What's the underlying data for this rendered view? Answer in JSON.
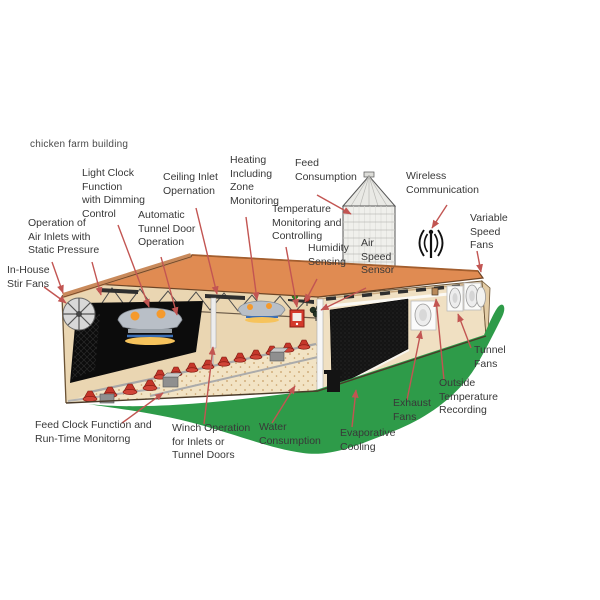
{
  "title": "chicken farm building",
  "labels": {
    "operation_air_inlets": {
      "text": "Operation of\nAir Inlets with\nStatic Pressure"
    },
    "in_house_stir_fans": {
      "text": "In-House\nStir Fans"
    },
    "light_clock": {
      "text": "Light Clock\nFunction\nwith Dimming\nControl"
    },
    "automatic_tunnel_door": {
      "text": "Automatic\nTunnel Door\nOperation"
    },
    "ceiling_inlet": {
      "text": "Ceiling Inlet\nOpernation"
    },
    "heating_zone": {
      "text": "Heating\nIncluding\nZone\nMonitoring"
    },
    "feed_consumption": {
      "text": "Feed\nConsumption"
    },
    "temperature_monitoring": {
      "text": "Temperature\nMonitoring and\nControlling"
    },
    "humidity_sensing": {
      "text": "Humidity\nSensing"
    },
    "air_speed_sensor": {
      "text": "Air\nSpeed\nSensor"
    },
    "wireless_communication": {
      "text": "Wireless\nCommunication"
    },
    "variable_speed_fans": {
      "text": "Variable\nSpeed\nFans"
    },
    "tunnel_fans": {
      "text": "Tunnel\nFans"
    },
    "outside_temperature": {
      "text": "Outside\nTemperature\nRecording"
    },
    "exhaust_fans": {
      "text": "Exhaust\nFans"
    },
    "evaporative_cooling": {
      "text": "Evaporative\nCooling"
    },
    "water_consumption": {
      "text": "Water\nConsumption"
    },
    "winch_operation": {
      "text": "Winch Operation\nfor Inlets or\nTunnel Doors"
    },
    "feed_clock": {
      "text": "Feed Clock Function and\nRun-Time Monitorng"
    }
  },
  "colors": {
    "roof": "#E08B52",
    "roof_edge": "#6D4526",
    "wall_tan": "#F0E0C2",
    "interior_tan": "#EAD6B2",
    "curtain_black": "#0C0C0C",
    "grass_green": "#2E9B49",
    "arrow_red": "#C25552",
    "feeder_red": "#C5362A",
    "heater_gray": "#B9BFC7",
    "silo_gray": "#F0F0EC"
  },
  "icons": {
    "wireless": "radio-waves-antenna-icon",
    "silo": "feed-silo",
    "stir_fan": "circular-fan-icon",
    "fans": "tunnel-fan-housings",
    "controller": "red-control-box"
  }
}
